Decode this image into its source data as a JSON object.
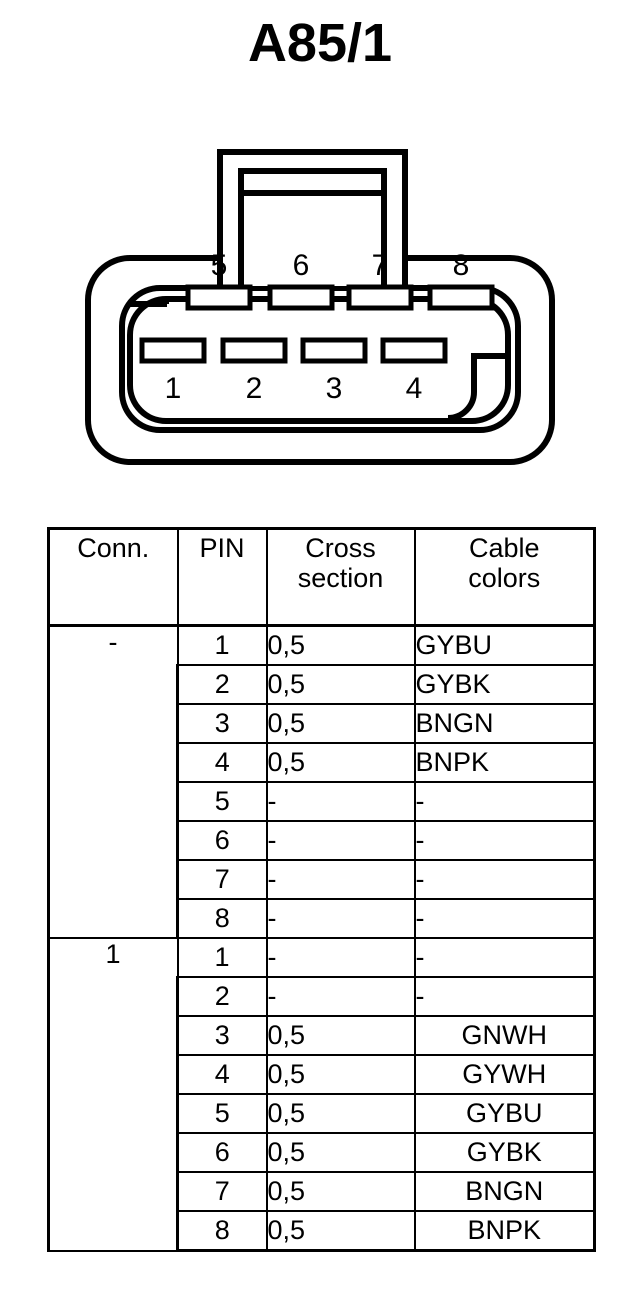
{
  "page": {
    "title": "A85/1"
  },
  "connector": {
    "name": "connector-a85-1",
    "top_row_pins": [
      "5",
      "6",
      "7",
      "8"
    ],
    "bottom_row_pins": [
      "1",
      "2",
      "3",
      "4"
    ],
    "total_pins": 8,
    "outline_color": "#000000",
    "fill_color": "#ffffff"
  },
  "table": {
    "headers": {
      "conn": "Conn.",
      "pin": "PIN",
      "cross_section_line1": "Cross",
      "cross_section_line2": "section",
      "cable_colors_line1": "Cable",
      "cable_colors_line2": "colors"
    },
    "groups": [
      {
        "conn": "-",
        "cable_align": "left",
        "rows": [
          {
            "pin": "1",
            "cross": "0,5",
            "cable": "GYBU"
          },
          {
            "pin": "2",
            "cross": "0,5",
            "cable": "GYBK"
          },
          {
            "pin": "3",
            "cross": "0,5",
            "cable": "BNGN"
          },
          {
            "pin": "4",
            "cross": "0,5",
            "cable": "BNPK"
          },
          {
            "pin": "5",
            "cross": "-",
            "cable": "-"
          },
          {
            "pin": "6",
            "cross": "-",
            "cable": "-"
          },
          {
            "pin": "7",
            "cross": "-",
            "cable": "-"
          },
          {
            "pin": "8",
            "cross": "-",
            "cable": "-"
          }
        ]
      },
      {
        "conn": "1",
        "cable_align": "center",
        "rows": [
          {
            "pin": "1",
            "cross": "-",
            "cable": "-"
          },
          {
            "pin": "2",
            "cross": "-",
            "cable": "-"
          },
          {
            "pin": "3",
            "cross": "0,5",
            "cable": "GNWH"
          },
          {
            "pin": "4",
            "cross": "0,5",
            "cable": "GYWH"
          },
          {
            "pin": "5",
            "cross": "0,5",
            "cable": "GYBU"
          },
          {
            "pin": "6",
            "cross": "0,5",
            "cable": "GYBK"
          },
          {
            "pin": "7",
            "cross": "0,5",
            "cable": "BNGN"
          },
          {
            "pin": "8",
            "cross": "0,5",
            "cable": "BNPK"
          }
        ]
      }
    ]
  }
}
